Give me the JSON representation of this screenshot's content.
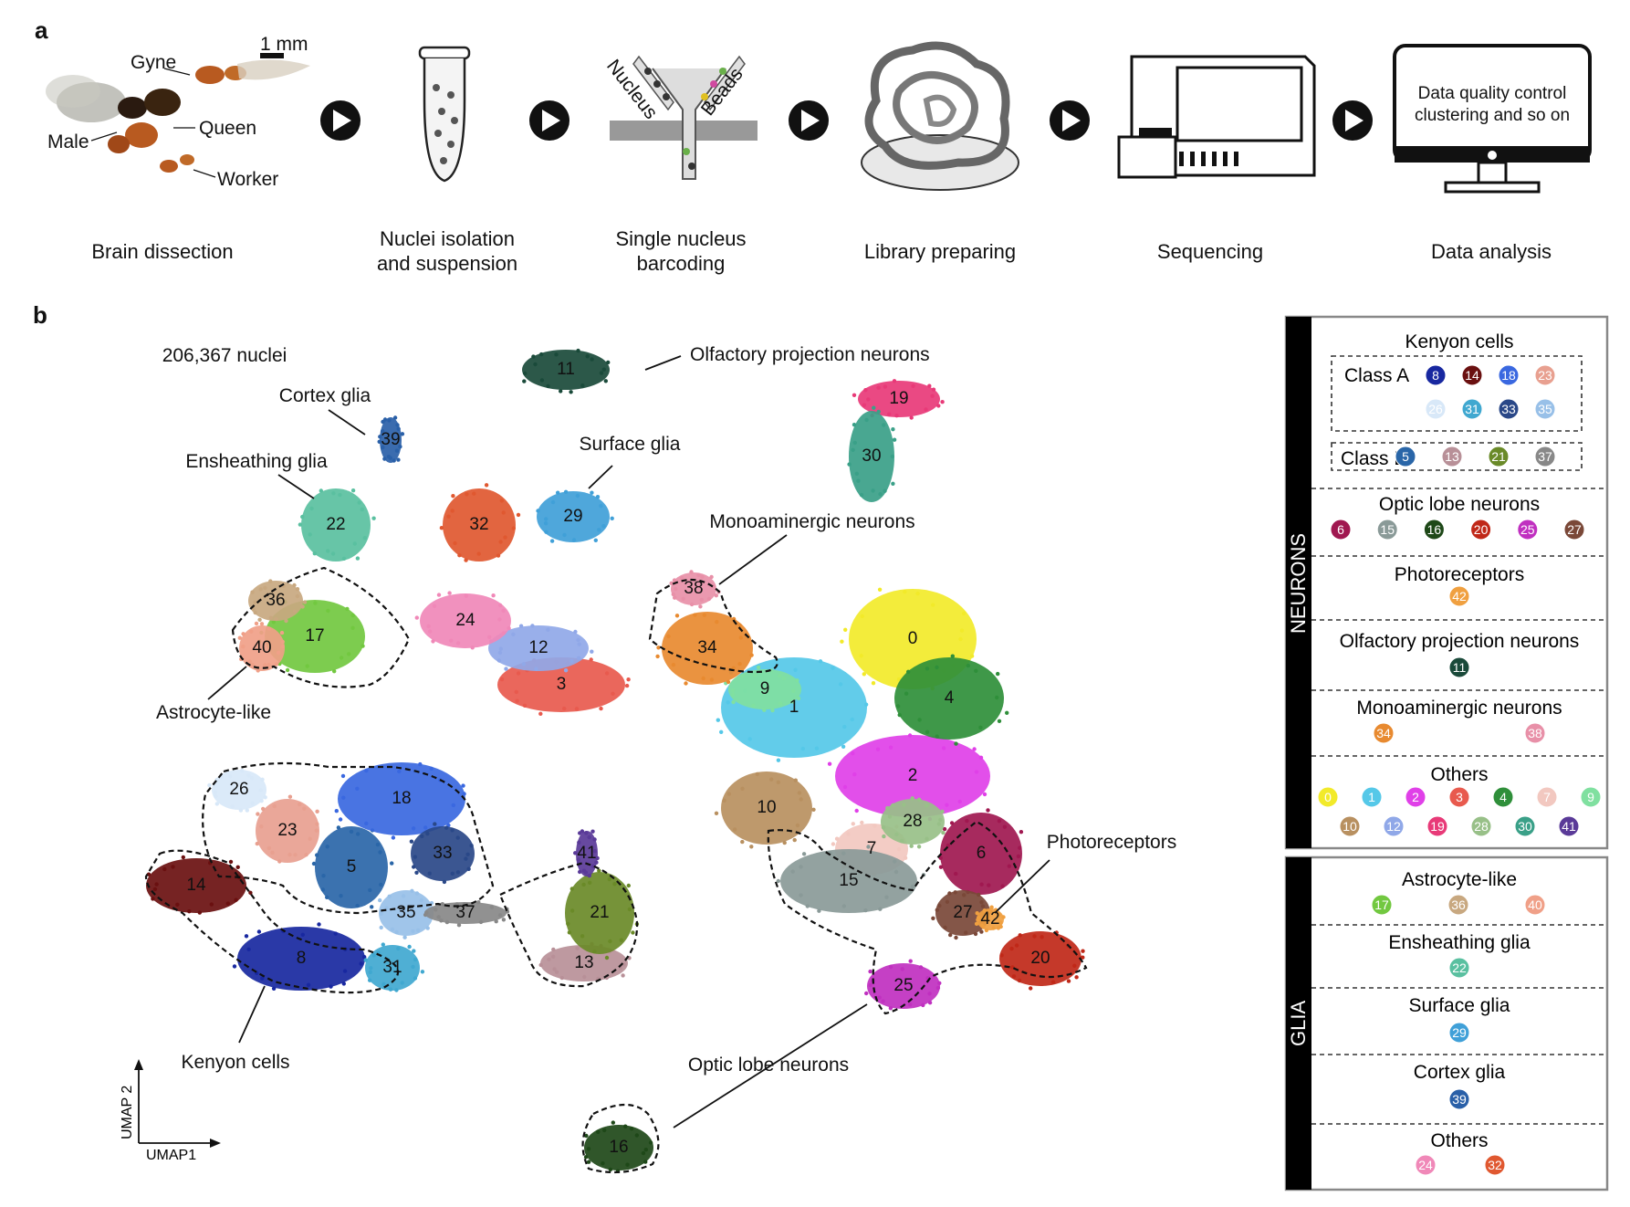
{
  "panel_a": {
    "letter": "a",
    "scale_bar": "1 mm",
    "ant_labels": [
      "Gyne",
      "Queen",
      "Male",
      "Worker"
    ],
    "steps": [
      {
        "label": "Brain dissection"
      },
      {
        "label": "Nuclei isolation\nand suspension"
      },
      {
        "label": "Single nucleus\nbarcoding"
      },
      {
        "label": "Library preparing"
      },
      {
        "label": "Sequencing"
      },
      {
        "label": "Data analysis"
      }
    ],
    "barcoding_labels": {
      "left": "Nucleus",
      "right": "Beads"
    },
    "monitor_text": [
      "Data quality control",
      "clustering and so on"
    ]
  },
  "panel_b": {
    "letter": "b",
    "nuclei_count": "206,367 nuclei",
    "axes": {
      "y": "UMAP 2",
      "x": "UMAP1"
    },
    "callouts": [
      {
        "id": "olfactory",
        "text": "Olfactory projection neurons"
      },
      {
        "id": "cortex",
        "text": "Cortex glia"
      },
      {
        "id": "ensheathing",
        "text": "Ensheathing glia"
      },
      {
        "id": "surface",
        "text": "Surface glia"
      },
      {
        "id": "monoaminergic",
        "text": "Monoaminergic neurons"
      },
      {
        "id": "astrocyte",
        "text": "Astrocyte-like"
      },
      {
        "id": "photoreceptors",
        "text": "Photoreceptors"
      },
      {
        "id": "kenyon",
        "text": "Kenyon cells"
      },
      {
        "id": "optic",
        "text": "Optic lobe neurons"
      }
    ],
    "clusters": [
      {
        "id": "0",
        "color": "#f2ea2a"
      },
      {
        "id": "1",
        "color": "#55c8e8"
      },
      {
        "id": "2",
        "color": "#e040e8"
      },
      {
        "id": "3",
        "color": "#e85a4e"
      },
      {
        "id": "4",
        "color": "#2f8f3a"
      },
      {
        "id": "5",
        "color": "#2a66a8"
      },
      {
        "id": "6",
        "color": "#a01850"
      },
      {
        "id": "7",
        "color": "#f2c8c0"
      },
      {
        "id": "8",
        "color": "#1828a0"
      },
      {
        "id": "9",
        "color": "#80e0a0"
      },
      {
        "id": "10",
        "color": "#b89060"
      },
      {
        "id": "11",
        "color": "#1a4a3a"
      },
      {
        "id": "12",
        "color": "#90a8e8"
      },
      {
        "id": "13",
        "color": "#b89098"
      },
      {
        "id": "14",
        "color": "#6a1010"
      },
      {
        "id": "15",
        "color": "#8a9a98"
      },
      {
        "id": "16",
        "color": "#1e4818"
      },
      {
        "id": "17",
        "color": "#72c840"
      },
      {
        "id": "18",
        "color": "#3a68e0"
      },
      {
        "id": "19",
        "color": "#e83a78"
      },
      {
        "id": "20",
        "color": "#c02818"
      },
      {
        "id": "21",
        "color": "#6a8a28"
      },
      {
        "id": "22",
        "color": "#5ac0a0"
      },
      {
        "id": "23",
        "color": "#e8a090"
      },
      {
        "id": "24",
        "color": "#f088b8"
      },
      {
        "id": "25",
        "color": "#c030c0"
      },
      {
        "id": "26",
        "color": "#d8e8f8"
      },
      {
        "id": "27",
        "color": "#7a4838"
      },
      {
        "id": "28",
        "color": "#98c088"
      },
      {
        "id": "29",
        "color": "#40a0d8"
      },
      {
        "id": "30",
        "color": "#3aa088"
      },
      {
        "id": "31",
        "color": "#40a8d0"
      },
      {
        "id": "32",
        "color": "#e05830"
      },
      {
        "id": "33",
        "color": "#2a4888"
      },
      {
        "id": "34",
        "color": "#e88a30"
      },
      {
        "id": "35",
        "color": "#98c0e8"
      },
      {
        "id": "36",
        "color": "#c8a880"
      },
      {
        "id": "37",
        "color": "#888888"
      },
      {
        "id": "38",
        "color": "#e890a8"
      },
      {
        "id": "39",
        "color": "#2a60a8"
      },
      {
        "id": "40",
        "color": "#f0a088"
      },
      {
        "id": "41",
        "color": "#5a3a98"
      },
      {
        "id": "42",
        "color": "#f0a040"
      }
    ]
  },
  "legend": {
    "neurons_label": "NEURONS",
    "glia_label": "GLIA",
    "kenyon": {
      "title": "Kenyon cells",
      "class_a": {
        "label": "Class A",
        "row1": [
          "8",
          "14",
          "18",
          "23"
        ],
        "row2": [
          "26",
          "31",
          "33",
          "35"
        ]
      },
      "class_b": {
        "label": "Class B",
        "items": [
          "5",
          "13",
          "21",
          "37"
        ]
      }
    },
    "neuron_sections": [
      {
        "title": "Optic lobe neurons",
        "items": [
          "6",
          "15",
          "16",
          "20",
          "25",
          "27"
        ]
      },
      {
        "title": "Photoreceptors",
        "items": [
          "42"
        ]
      },
      {
        "title": "Olfactory projection neurons",
        "items": [
          "11"
        ]
      },
      {
        "title": "Monoaminergic neurons",
        "items": [
          "34",
          "38"
        ]
      },
      {
        "title": "Others",
        "items": [
          "0",
          "1",
          "2",
          "3",
          "4",
          "7",
          "9"
        ],
        "items2": [
          "10",
          "12",
          "19",
          "28",
          "30",
          "41"
        ]
      }
    ],
    "glia_sections": [
      {
        "title": "Astrocyte-like",
        "items": [
          "17",
          "36",
          "40"
        ]
      },
      {
        "title": "Ensheathing glia",
        "items": [
          "22"
        ]
      },
      {
        "title": "Surface glia",
        "items": [
          "29"
        ]
      },
      {
        "title": "Cortex glia",
        "items": [
          "39"
        ]
      },
      {
        "title": "Others",
        "items": [
          "24",
          "32"
        ]
      }
    ]
  }
}
